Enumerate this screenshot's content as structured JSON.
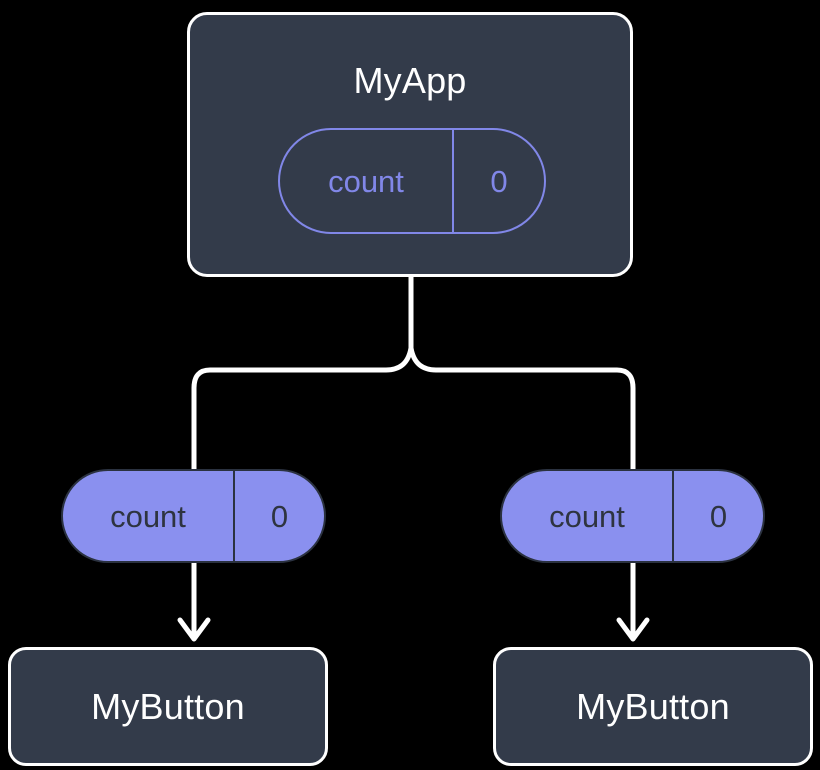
{
  "diagram": {
    "type": "component-tree",
    "background_color": "#000000",
    "colors": {
      "node_fill": "#333b4a",
      "node_border": "#ffffff",
      "node_text": "#ffffff",
      "state_outline": "#8187e8",
      "state_fill": "#8a90ef",
      "state_fill_text": "#2e3440",
      "edge": "#ffffff"
    },
    "root": {
      "title": "MyApp",
      "state": {
        "key": "count",
        "value": "0"
      }
    },
    "children": [
      {
        "state": {
          "key": "count",
          "value": "0"
        },
        "title": "MyButton"
      },
      {
        "state": {
          "key": "count",
          "value": "0"
        },
        "title": "MyButton"
      }
    ]
  }
}
